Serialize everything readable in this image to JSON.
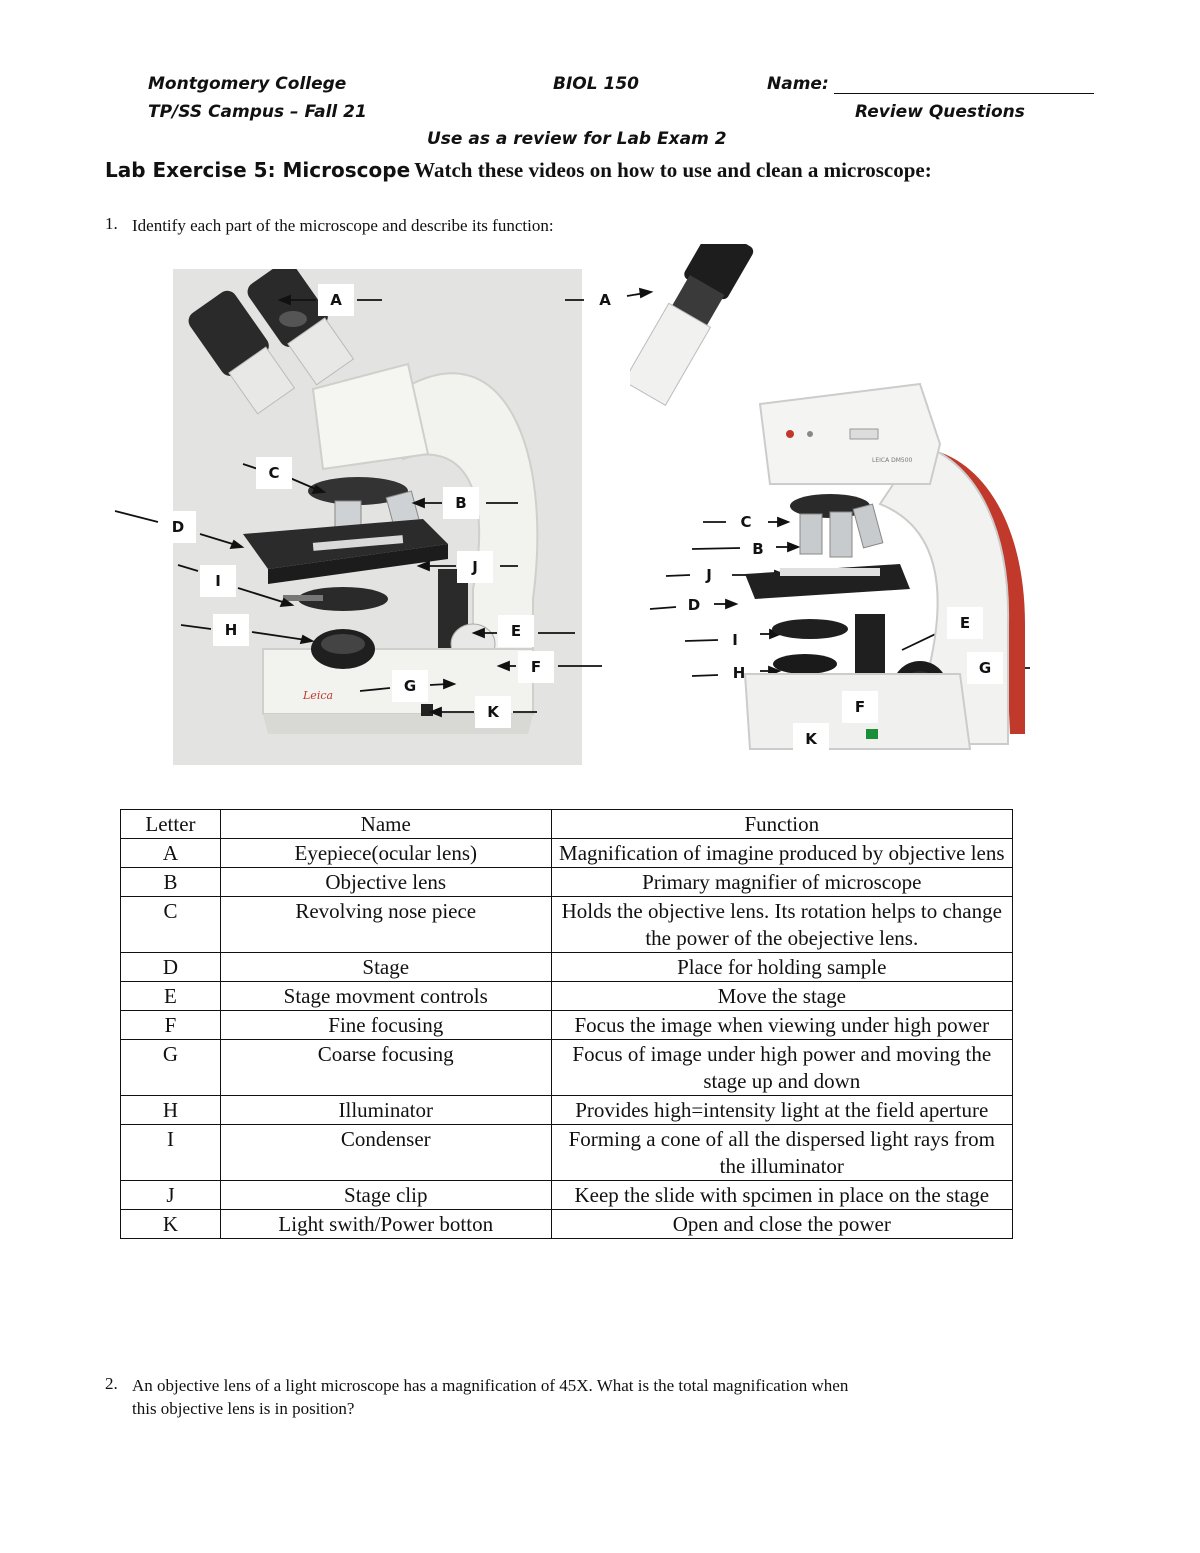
{
  "header": {
    "college": "Montgomery College",
    "course": "BIOL 150",
    "name_label": "Name:",
    "campus": "TP/SS Campus – Fall 21",
    "doc_type": "Review Questions",
    "subtitle": "Use as a review for Lab Exam 2"
  },
  "exercise": {
    "title": "Lab Exercise 5: Microscope",
    "instruction": "Watch these videos on how to use and clean a microscope:"
  },
  "questions": [
    {
      "num": "1.",
      "text": "Identify each part of the microscope and describe its function:"
    },
    {
      "num": "2.",
      "line1": "An objective lens of a light microscope has a magnification of 45X. What is the total magnification when",
      "line2": "this objective lens is in position?"
    }
  ],
  "figure_left_labels": [
    "A",
    "B",
    "C",
    "D",
    "E",
    "F",
    "G",
    "H",
    "I",
    "J",
    "K"
  ],
  "figure_right_labels": [
    "A",
    "B",
    "C",
    "D",
    "E",
    "F",
    "G",
    "H",
    "I",
    "J",
    "K"
  ],
  "figure_right_brand": "LEICA DM500",
  "table": {
    "headers": [
      "Letter",
      "Name",
      "Function"
    ],
    "rows": [
      {
        "letter": "A",
        "name": "Eyepiece(ocular lens)",
        "function": "Magnification of imagine produced by objective lens"
      },
      {
        "letter": "B",
        "name": "Objective lens",
        "function": "Primary magnifier of microscope"
      },
      {
        "letter": "C",
        "name": "Revolving nose piece",
        "function": "Holds the objective lens. Its rotation helps to change the power of the obejective lens."
      },
      {
        "letter": "D",
        "name": "Stage",
        "function": "Place for holding sample"
      },
      {
        "letter": "E",
        "name": "Stage movment controls",
        "function": "Move the stage"
      },
      {
        "letter": "F",
        "name": "Fine focusing",
        "function": "Focus the image when viewing under high power"
      },
      {
        "letter": "G",
        "name": "Coarse focusing",
        "function": "Focus of image under high power and moving the stage up and down"
      },
      {
        "letter": "H",
        "name": "Illuminator",
        "function": "Provides high=intensity light at the field aperture"
      },
      {
        "letter": "I",
        "name": "Condenser",
        "function": "Forming a cone of all the dispersed light rays from the illuminator"
      },
      {
        "letter": "J",
        "name": "Stage clip",
        "function": "Keep the slide with spcimen in place on the stage"
      },
      {
        "letter": "K",
        "name": "Light swith/Power botton",
        "function": "Open and close the power"
      }
    ]
  }
}
